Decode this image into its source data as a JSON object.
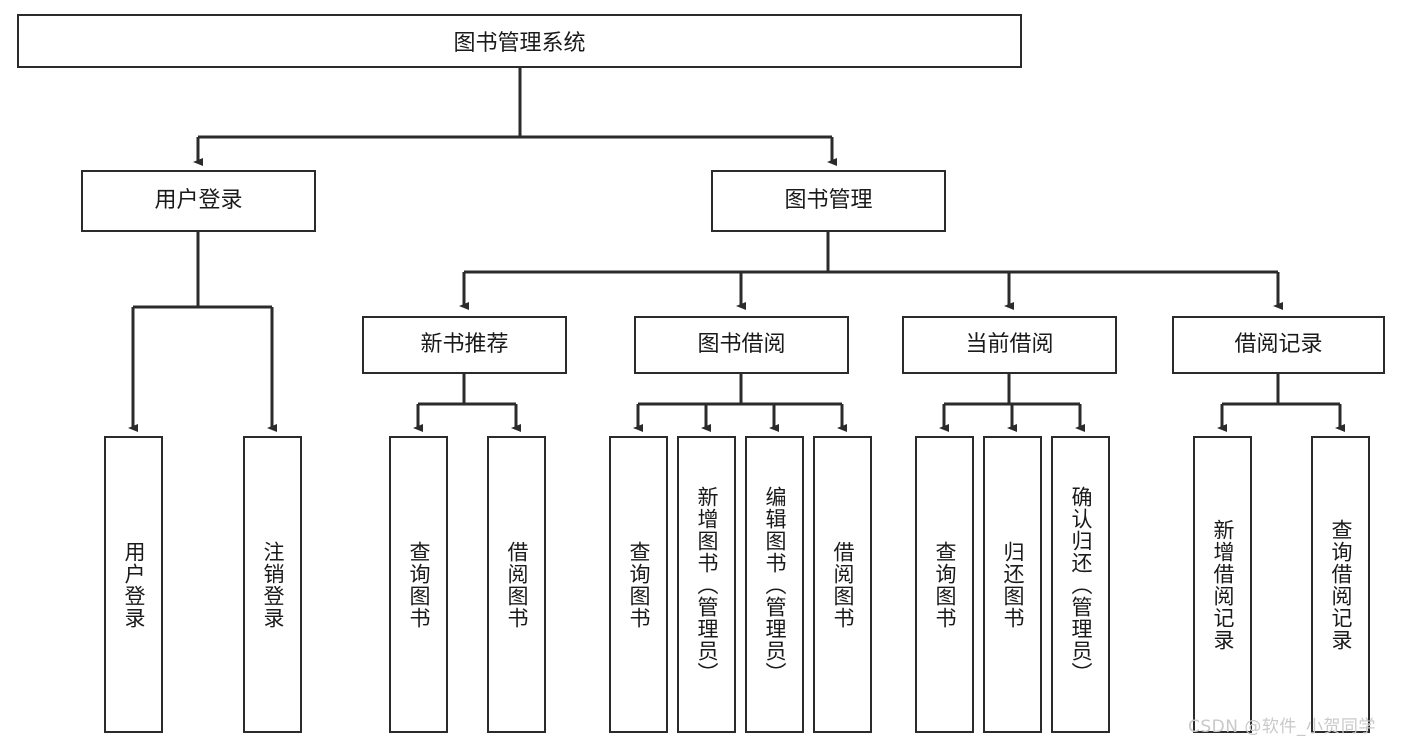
{
  "diagram": {
    "title": "图书管理系统",
    "type": "functional-structure-tree",
    "root": {
      "id": "root",
      "label": "图书管理系统"
    },
    "level2": [
      {
        "id": "user-login",
        "label": "用户登录"
      },
      {
        "id": "book-manage",
        "label": "图书管理"
      }
    ],
    "level3": [
      {
        "id": "new-book-rec",
        "label": "新书推荐",
        "parent": "book-manage"
      },
      {
        "id": "book-borrow",
        "label": "图书借阅",
        "parent": "book-manage"
      },
      {
        "id": "current-borrow",
        "label": "当前借阅",
        "parent": "book-manage"
      },
      {
        "id": "borrow-record",
        "label": "借阅记录",
        "parent": "book-manage"
      }
    ],
    "leaves": [
      {
        "id": "leaf-user-login",
        "label": "用户登录",
        "parent": "user-login"
      },
      {
        "id": "leaf-logout",
        "label": "注销登录",
        "parent": "user-login"
      },
      {
        "id": "leaf-query-book-1",
        "label": "查询图书",
        "parent": "new-book-rec"
      },
      {
        "id": "leaf-borrow-book-1",
        "label": "借阅图书",
        "parent": "new-book-rec"
      },
      {
        "id": "leaf-query-book-2",
        "label": "查询图书",
        "parent": "book-borrow"
      },
      {
        "id": "leaf-add-book",
        "label": "新增图书（管理员）",
        "parent": "book-borrow"
      },
      {
        "id": "leaf-edit-book",
        "label": "编辑图书（管理员）",
        "parent": "book-borrow"
      },
      {
        "id": "leaf-borrow-book-2",
        "label": "借阅图书",
        "parent": "book-borrow"
      },
      {
        "id": "leaf-query-book-3",
        "label": "查询图书",
        "parent": "current-borrow"
      },
      {
        "id": "leaf-return-book",
        "label": "归还图书",
        "parent": "current-borrow"
      },
      {
        "id": "leaf-confirm-return",
        "label": "确认归还（管理员）",
        "parent": "current-borrow"
      },
      {
        "id": "leaf-add-record",
        "label": "新增借阅记录",
        "parent": "borrow-record"
      },
      {
        "id": "leaf-query-record",
        "label": "查询借阅记录",
        "parent": "borrow-record"
      }
    ],
    "watermark": "CSDN @软件_小贺同学",
    "colors": {
      "stroke": "#2b2b2b",
      "fill": "#ffffff",
      "text": "#1a1a1a",
      "watermark": "#c9c9c9"
    }
  }
}
